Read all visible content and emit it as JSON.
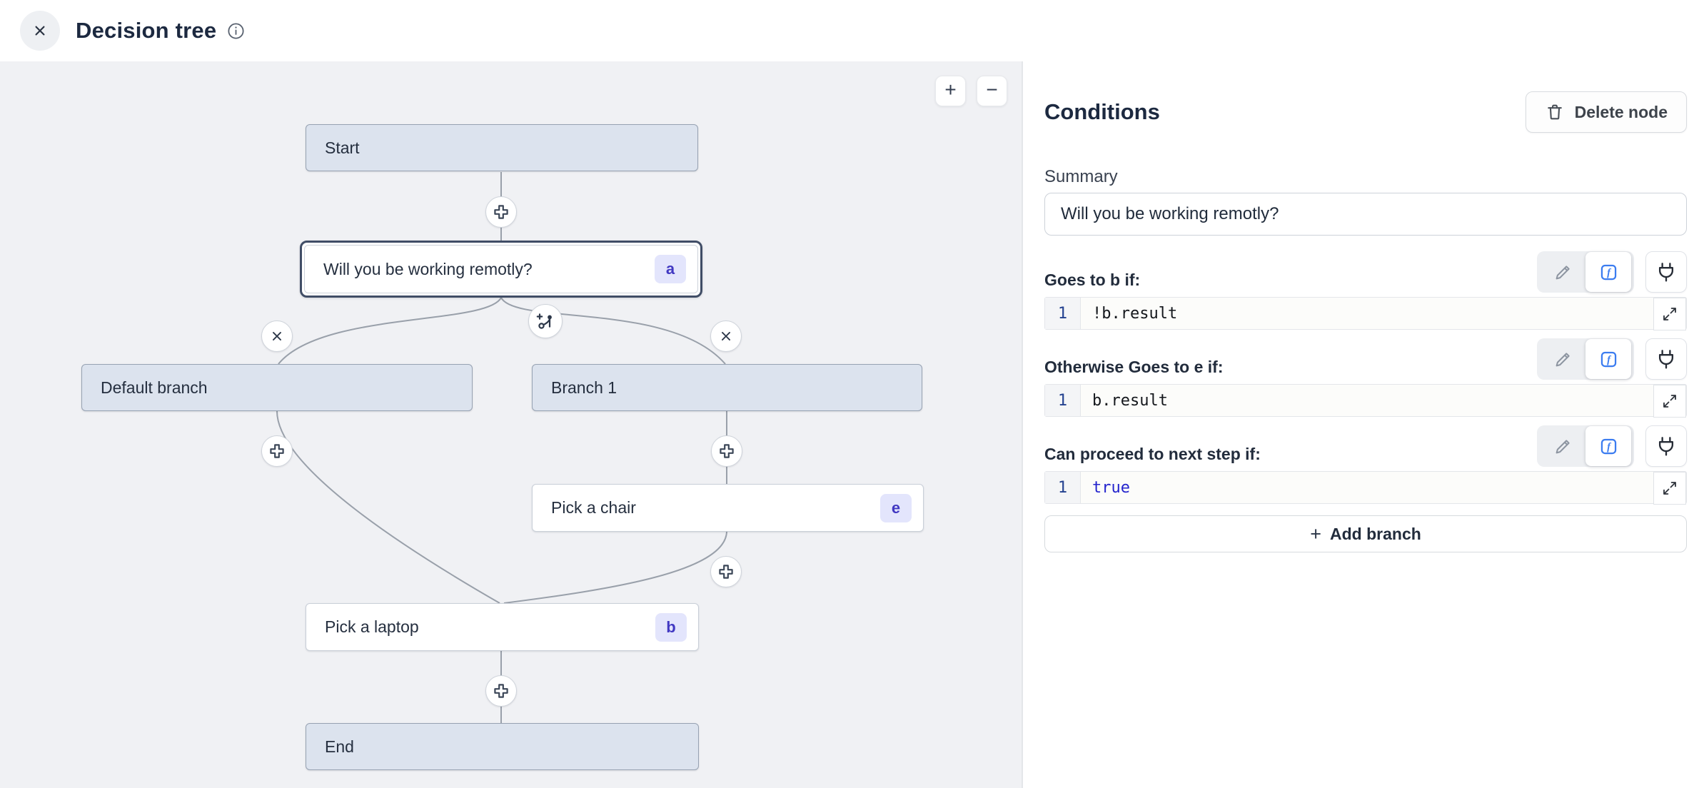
{
  "header": {
    "title": "Decision tree"
  },
  "canvas": {
    "zoom_in": "+",
    "zoom_out": "−",
    "nodes": [
      {
        "label": "Start"
      },
      {
        "label": "Will you be working remotly?",
        "badge": "a"
      },
      {
        "label": "Default branch"
      },
      {
        "label": "Branch 1"
      },
      {
        "label": "Pick a chair",
        "badge": "e"
      },
      {
        "label": "Pick a laptop",
        "badge": "b"
      },
      {
        "label": "End"
      }
    ]
  },
  "panel": {
    "title": "Conditions",
    "delete_button_label": "Delete node",
    "summary_label": "Summary",
    "summary_value": "Will you be working remotly?",
    "rules": [
      {
        "label": "Goes to b if:",
        "line_number": "1",
        "code": "!b.result"
      },
      {
        "label": "Otherwise Goes to e if:",
        "line_number": "1",
        "code": "b.result"
      },
      {
        "label": "Can proceed to next step if:",
        "line_number": "1",
        "code": "true"
      }
    ],
    "add_branch_plus": "+",
    "add_branch_label": "Add branch"
  },
  "icons": {
    "close": "x-icon",
    "info": "info-icon",
    "zoom_in": "plus-icon",
    "zoom_out": "minus-icon",
    "connector_add": "plus-connector-icon",
    "connector_branch": "add-branch-node-icon",
    "connector_remove": "x-icon",
    "delete": "trash-icon",
    "edit": "pencil-icon",
    "function": "fx-icon",
    "connect": "plug-icon",
    "expand": "expand-icon"
  },
  "colors": {
    "canvas_bg": "#f0f1f4",
    "node_fill": "#dce3ee",
    "node_border": "#97a2b2",
    "selection_border": "#404d66",
    "badge_bg": "#e3e5fc",
    "badge_text": "#4138c2",
    "connector": "#99a0aa",
    "accent_blue": "#3b7cf0",
    "code_blue": "#2424cd",
    "title_text": "#1c2940"
  }
}
